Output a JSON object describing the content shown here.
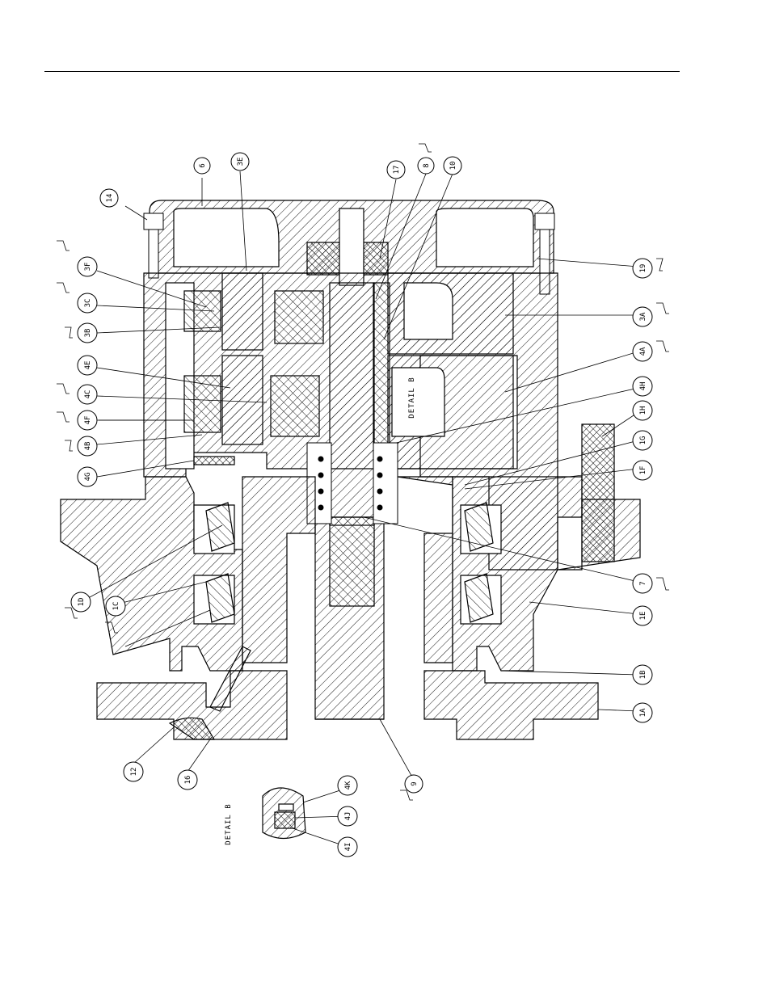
{
  "drawing": {
    "callouts": {
      "c6": "6",
      "c3e": "3E",
      "c17": "17",
      "c8": "8",
      "c10": "10",
      "c14": "14",
      "c3f": "3F",
      "c3c": "3C",
      "c3b": "3B",
      "c4e": "4E",
      "c4c": "4C",
      "c4f": "4F",
      "c4b": "4B",
      "c4g": "4G",
      "c19": "19",
      "c3a": "3A",
      "c4a": "4A",
      "c4h": "4H",
      "c1h": "1H",
      "c1g": "1G",
      "c1f": "1F",
      "c7": "7",
      "c1e": "1E",
      "c1b": "1B",
      "c1a": "1A",
      "c1d": "1D",
      "c1c": "1C",
      "c12": "12",
      "c16": "16",
      "c9": "9",
      "c4k": "4K",
      "c4j": "4J",
      "c4i": "4I"
    },
    "detail_b_label": "DETAIL B",
    "detail_b_inset_label": "DETAIL B"
  }
}
